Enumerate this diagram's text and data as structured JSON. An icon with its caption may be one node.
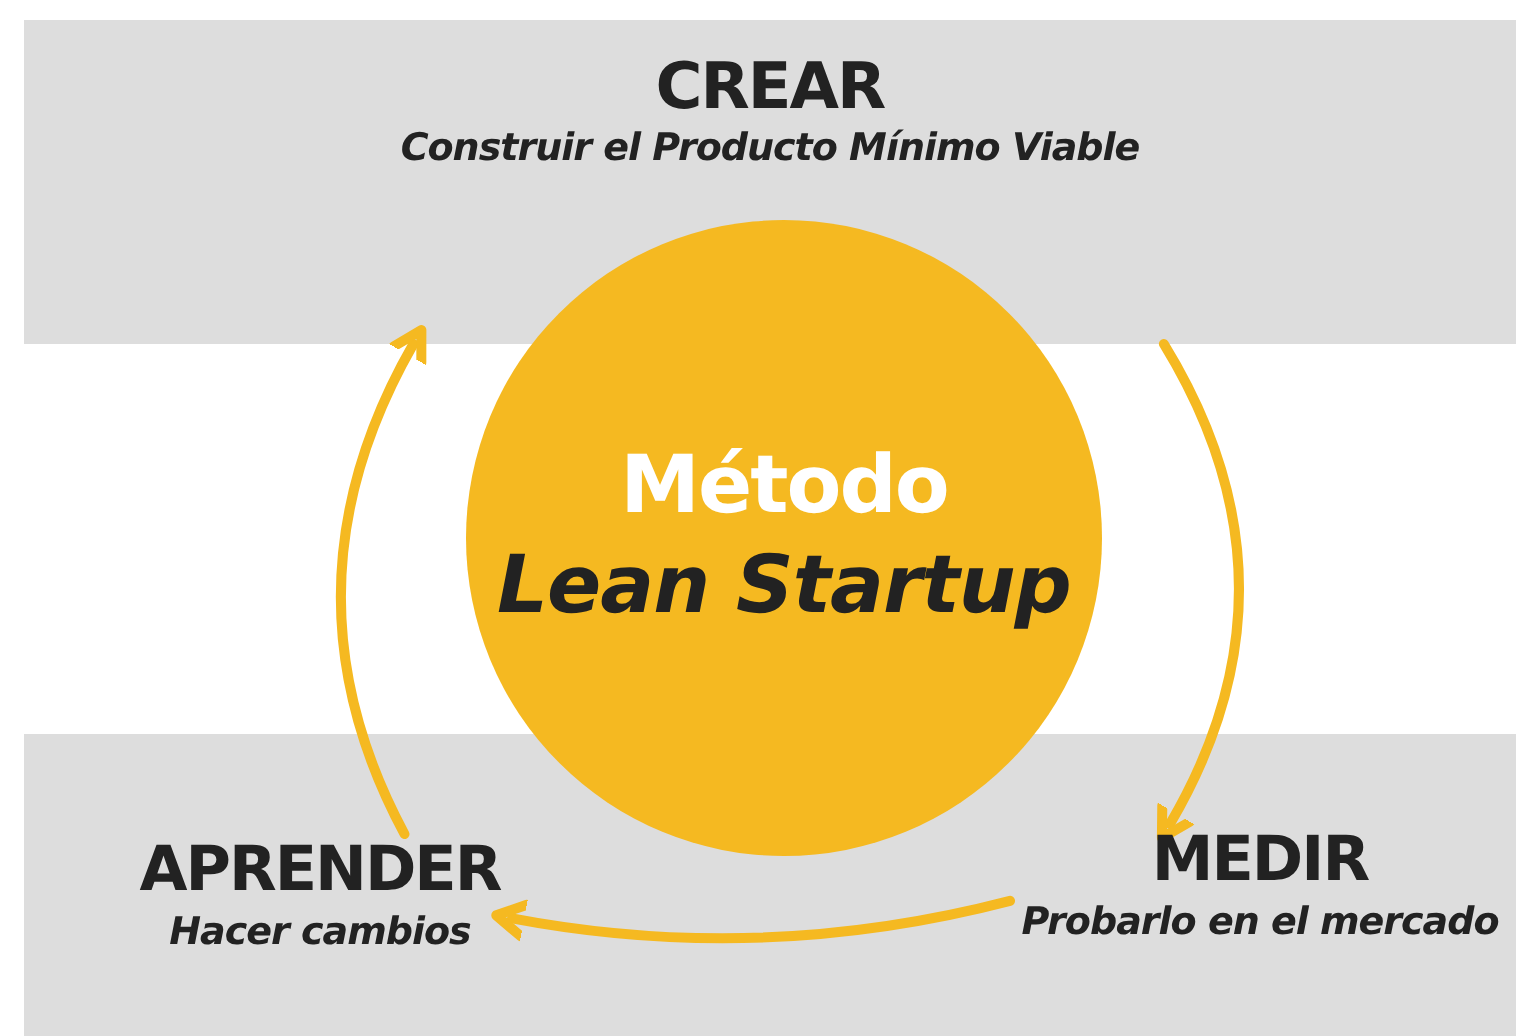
{
  "diagram": {
    "nodes": [
      {
        "text": [
          "CREAR",
          "Construir el Producto Mínimo Viable"
        ]
      },
      {
        "text": [
          "Método",
          "Lean Startup"
        ]
      },
      {
        "text": [],
        "shape": "box"
      },
      {
        "text": [
          "APRENDER",
          "Hacer cambios"
        ],
        "in": 2
      },
      {
        "text": [
          "MEDIR",
          "Probarlo en el mercado"
        ],
        "in": 2
      }
    ],
    "edges": [
      {
        "from": 3,
        "to": 0,
        "arrow": "to"
      },
      {
        "from": 0,
        "to": 4,
        "arrow": "to"
      },
      {
        "from": 4,
        "to": 3,
        "arrow": "to"
      }
    ]
  }
}
